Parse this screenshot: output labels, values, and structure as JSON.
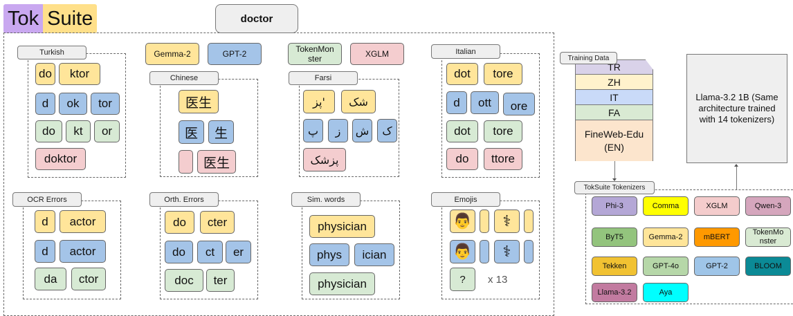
{
  "logo": {
    "part1": "Tok",
    "part2": "Suite",
    "part1_color": "#c9a8f0",
    "part2_color": "#ffe08a"
  },
  "word": "doctor",
  "colors": {
    "yellow": "#ffe59a",
    "blue": "#a4c4e8",
    "green": "#d7ead4",
    "pink": "#f4cdcf"
  },
  "legend": [
    {
      "label": "Gemma-2",
      "color": "yellow"
    },
    {
      "label": "GPT-2",
      "color": "blue"
    },
    {
      "label": "TokenMon ster",
      "color": "green"
    },
    {
      "label": "XGLM",
      "color": "pink"
    }
  ],
  "groups": {
    "turkish": {
      "title": "Turkish",
      "rows": [
        [
          "do",
          "ktor"
        ],
        [
          "d",
          "ok",
          "tor"
        ],
        [
          "do",
          "kt",
          "or"
        ],
        [
          "doktor"
        ]
      ]
    },
    "chinese": {
      "title": "Chinese",
      "rows": [
        [
          "医生"
        ],
        [
          "医",
          "生"
        ],
        [
          "",
          "医生"
        ]
      ]
    },
    "farsi": {
      "title": "Farsi",
      "rows": [
        [
          "پز'",
          "شک"
        ],
        [
          "پ",
          "ز",
          "ش",
          "ک"
        ],
        [
          "پزشک"
        ]
      ]
    },
    "italian": {
      "title": "Italian",
      "rows": [
        [
          "dot",
          "tore"
        ],
        [
          "d",
          "ott",
          "ore"
        ],
        [
          "dot",
          "tore"
        ],
        [
          "do",
          "ttore"
        ]
      ]
    },
    "ocr": {
      "title": "OCR Errors",
      "rows": [
        [
          "d",
          "actor"
        ],
        [
          "d",
          "actor"
        ],
        [
          "da",
          "ctor"
        ]
      ]
    },
    "orth": {
      "title": "Orth. Errors",
      "rows": [
        [
          "do",
          "cter"
        ],
        [
          "do",
          "ct",
          "er"
        ],
        [
          "doc",
          "ter"
        ]
      ]
    },
    "sim": {
      "title": "Sim. words",
      "rows": [
        [
          "physician"
        ],
        [
          "phys",
          "ician"
        ],
        [
          "physician"
        ]
      ]
    },
    "emojis": {
      "title": "Emojis",
      "rows": [
        [
          "👨",
          "",
          "⚕",
          ""
        ],
        [
          "👨",
          "",
          "⚕",
          ""
        ],
        [
          "?"
        ]
      ],
      "repeat": "x 13"
    }
  },
  "training": {
    "title": "Training Data",
    "layers": [
      {
        "label": "TR",
        "color": "#d9d2e9"
      },
      {
        "label": "ZH",
        "color": "#fff2cc"
      },
      {
        "label": "IT",
        "color": "#c9daf8"
      },
      {
        "label": "FA",
        "color": "#d9ead3"
      },
      {
        "label": "FineWeb-Edu (EN)",
        "color": "#fce5cd"
      }
    ]
  },
  "model": {
    "text": "Llama-3.2 1B (Same architecture trained with 14 tokenizers)"
  },
  "tokenizers": {
    "title": "TokSuite Tokenizers",
    "items": [
      {
        "label": "Phi-3",
        "color": "#b4a7d6"
      },
      {
        "label": "Comma",
        "color": "#ffff00"
      },
      {
        "label": "XGLM",
        "color": "#f4cccc"
      },
      {
        "label": "Qwen-3",
        "color": "#d5a6bd"
      },
      {
        "label": "ByT5",
        "color": "#93c47d"
      },
      {
        "label": "Gemma-2",
        "color": "#ffe599"
      },
      {
        "label": "mBERT",
        "color": "#ff9900"
      },
      {
        "label": "TokenMo nster",
        "color": "#d9ead3"
      },
      {
        "label": "Tekken",
        "color": "#f1c232"
      },
      {
        "label": "GPT-4o",
        "color": "#b6d7a8"
      },
      {
        "label": "GPT-2",
        "color": "#9fc5e8"
      },
      {
        "label": "BLOOM",
        "color": "#0b8a96"
      },
      {
        "label": "Llama-3.2",
        "color": "#c27ba0"
      },
      {
        "label": "Aya",
        "color": "#00ffff"
      }
    ]
  }
}
